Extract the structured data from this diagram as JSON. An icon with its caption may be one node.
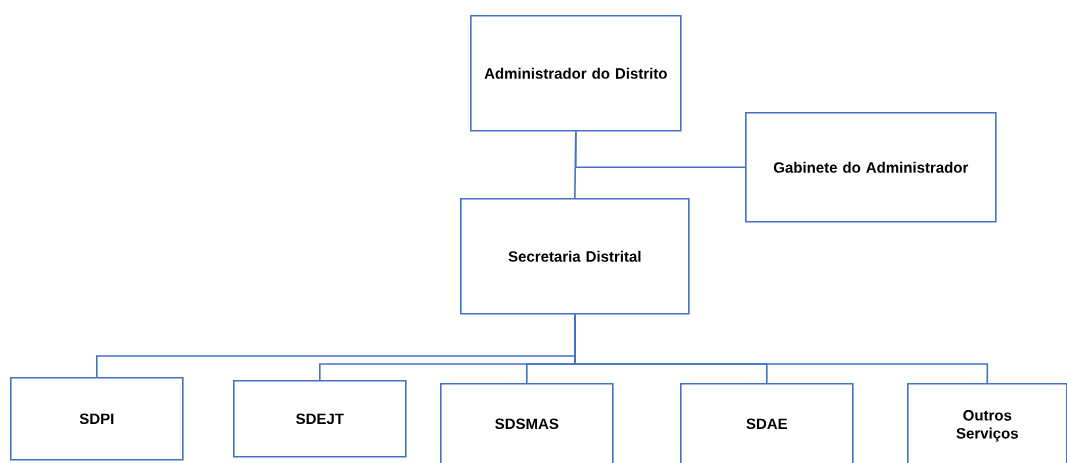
{
  "diagram": {
    "nodes": [
      {
        "text": [
          "Administrador do Distrito"
        ]
      },
      {
        "text": [
          "Gabinete do Administrador"
        ]
      },
      {
        "text": [
          "Secretaria Distrital"
        ]
      },
      {
        "text": [
          "SDPI"
        ]
      },
      {
        "text": [
          "SDEJT"
        ]
      },
      {
        "text": [
          "SDSMAS"
        ]
      },
      {
        "text": [
          "SDAE"
        ]
      },
      {
        "text": [
          "Outros Serviços"
        ]
      }
    ],
    "edges": [
      {
        "from": 0,
        "to": 1,
        "arrow": "none"
      },
      {
        "from": 0,
        "to": 2,
        "arrow": "none"
      },
      {
        "from": 2,
        "to": 3,
        "arrow": "none"
      },
      {
        "from": 2,
        "to": 4,
        "arrow": "none"
      },
      {
        "from": 2,
        "to": 5,
        "arrow": "none"
      },
      {
        "from": 2,
        "to": 6,
        "arrow": "none"
      },
      {
        "from": 2,
        "to": 7,
        "arrow": "none"
      }
    ]
  }
}
